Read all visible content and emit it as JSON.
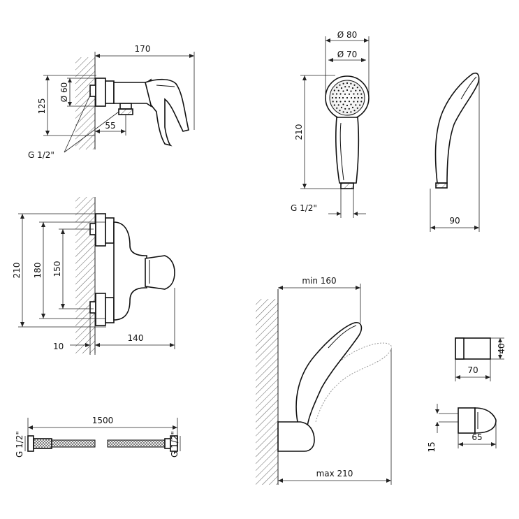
{
  "mixer_side": {
    "width_label": "170",
    "diameter_label": "Ø 60",
    "height_label": "125",
    "offset_label": "55",
    "thread_label": "G 1/2\""
  },
  "hand_shower": {
    "outer_dia_label": "Ø 80",
    "inner_dia_label": "Ø 70",
    "length_label": "210",
    "thread_label": "G 1/2\"",
    "depth_label": "90"
  },
  "mixer_front": {
    "outer_height_label": "210",
    "mid_height_label": "180",
    "inner_height_label": "150",
    "wall_gap_label": "10",
    "depth_label": "140"
  },
  "holder_assembly": {
    "min_label": "min 160",
    "max_label": "max 210"
  },
  "holder_bracket": {
    "height_label": "40",
    "width_label": "70",
    "base_height_label": "15",
    "base_width_label": "65"
  },
  "hose": {
    "length_label": "1500",
    "left_thread_label": "G 1/2\"",
    "right_thread_label": "G 1/2\""
  }
}
